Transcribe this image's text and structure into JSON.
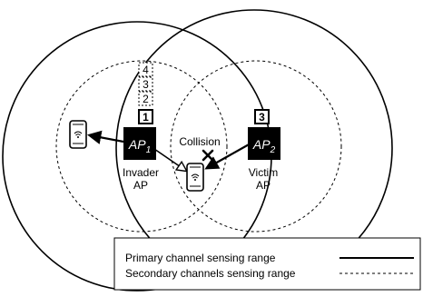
{
  "invader_ap": {
    "label_main": "AP",
    "label_sub": "1",
    "caption_line1": "Invader",
    "caption_line2": "AP",
    "channel_stack": [
      "4",
      "3",
      "2",
      "1"
    ]
  },
  "victim_ap": {
    "label_main": "AP",
    "label_sub": "2",
    "caption_line1": "Victim",
    "caption_line2": "AP",
    "channel": "3"
  },
  "collision": {
    "label": "Collision"
  },
  "legend": {
    "primary_label": "Primary channel sensing range",
    "secondary_label": "Secondary channels sensing range"
  }
}
